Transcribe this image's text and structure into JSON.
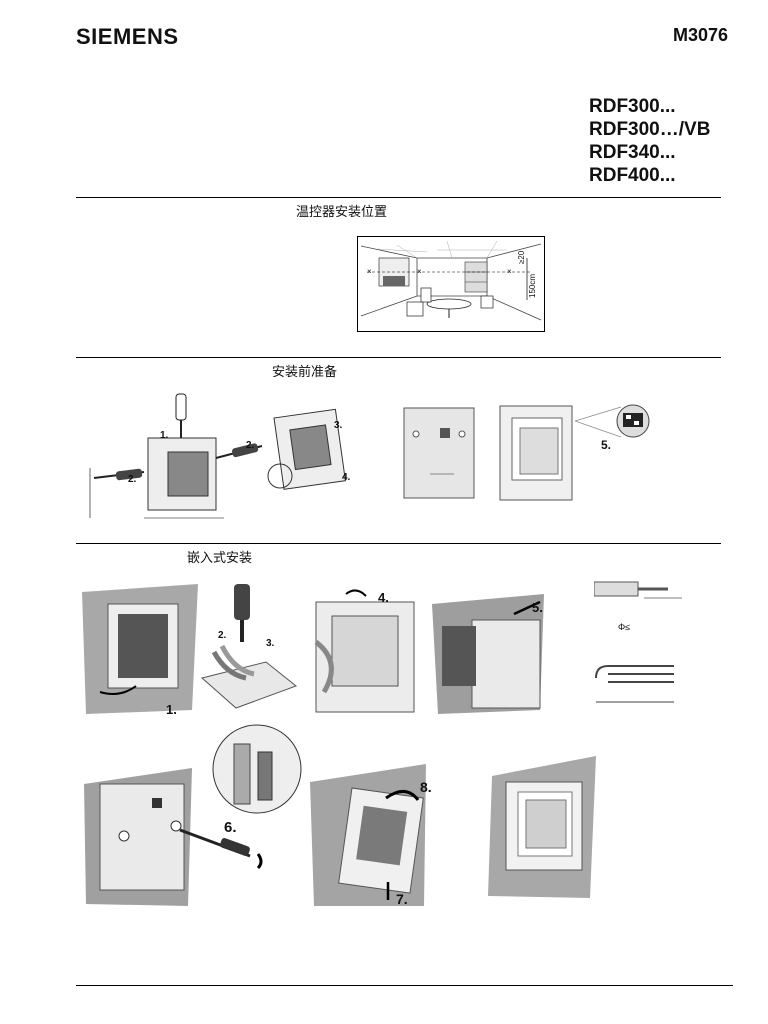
{
  "header": {
    "brand": "SIEMENS",
    "doc_number": "M3076",
    "models": [
      "RDF300...",
      "RDF300…/VB",
      "RDF340...",
      "RDF400..."
    ]
  },
  "sections": {
    "location": {
      "title": "温控器安装位置",
      "dim_top": "≥20",
      "dim_height": "150cm"
    },
    "preparation": {
      "title": "安装前准备",
      "steps": [
        "1.",
        "2.",
        "2.",
        "3.",
        "4.",
        "5."
      ]
    },
    "flush_mount": {
      "title": "嵌入式安装",
      "steps": [
        "1.",
        "2.",
        "3.",
        "4.",
        "5.",
        "6.",
        "7.",
        "8."
      ],
      "cable_label": "Φ≤"
    }
  }
}
